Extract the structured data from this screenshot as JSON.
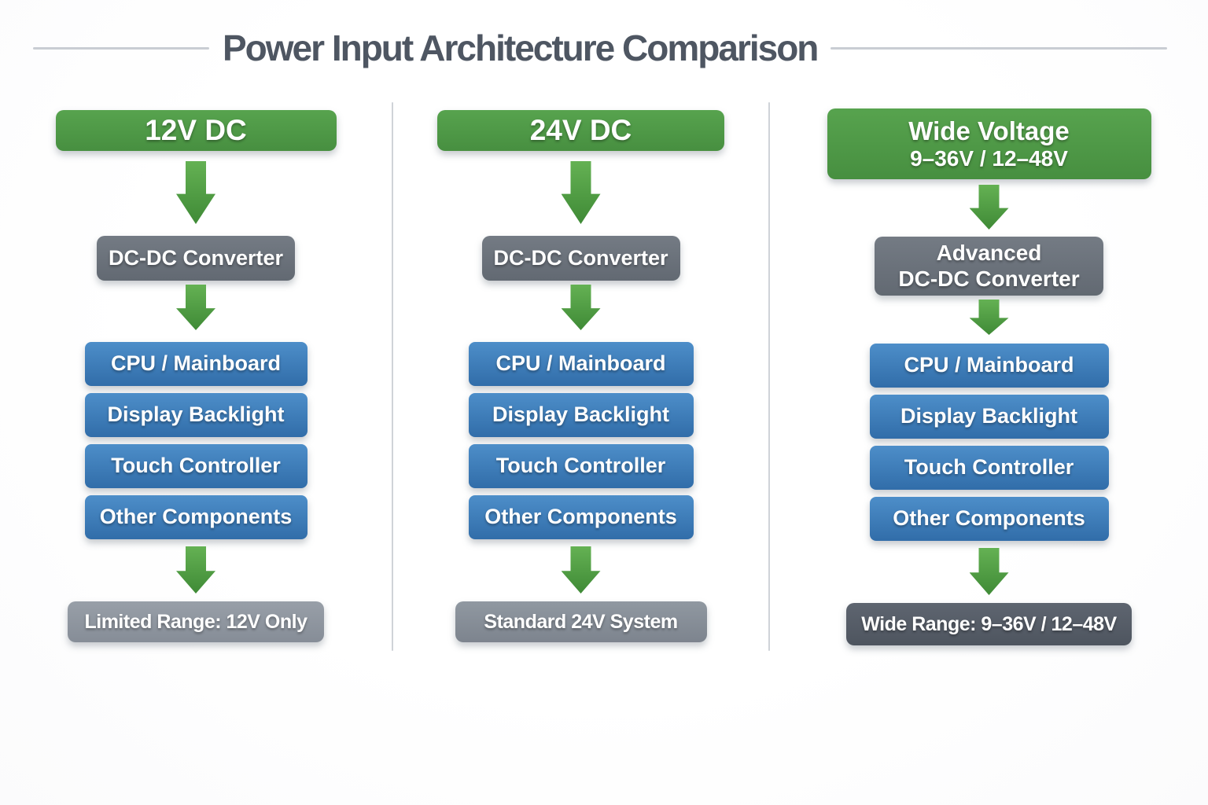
{
  "title": "Power Input Architecture Comparison",
  "columns": [
    {
      "name": "12V DC",
      "input": {
        "line1": "12V DC"
      },
      "converter": {
        "line1": "DC-DC Converter"
      },
      "components": [
        "CPU / Mainboard",
        "Display Backlight",
        "Touch Controller",
        "Other Components"
      ],
      "result": "Limited Range: 12V Only"
    },
    {
      "name": "24V DC",
      "input": {
        "line1": "24V DC"
      },
      "converter": {
        "line1": "DC-DC Converter"
      },
      "components": [
        "CPU / Mainboard",
        "Display Backlight",
        "Touch Controller",
        "Other Components"
      ],
      "result": "Standard 24V System"
    },
    {
      "name": "Wide Voltage",
      "input": {
        "line1": "Wide Voltage",
        "line2": "9–36V / 12–48V"
      },
      "converter": {
        "line1": "Advanced",
        "line2": "DC-DC Converter"
      },
      "components": [
        "CPU / Mainboard",
        "Display Backlight",
        "Touch Controller",
        "Other Components"
      ],
      "result": "Wide Range: 9–36V / 12–48V"
    }
  ],
  "colors": {
    "input_green": "#4f9a47",
    "arrow_green": "#4f9e41",
    "component_blue": "#3d7cb8",
    "converter_gray": "#6b727b",
    "result_gray_limited": "#8d949d",
    "result_gray_standard": "#858c96",
    "result_gray_wide": "#565d67",
    "title_text": "#4e5662",
    "divider_line": "#cfd3d8"
  }
}
